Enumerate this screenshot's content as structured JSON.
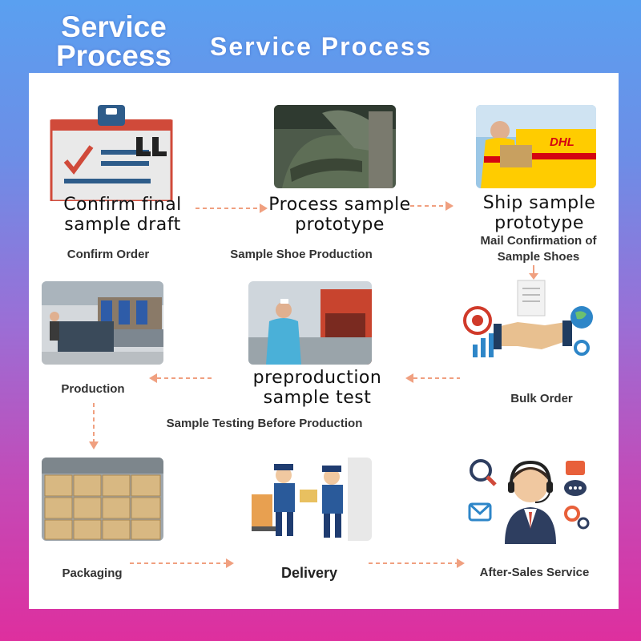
{
  "header": {
    "title_left": "Service Process",
    "title_right": "Service Process"
  },
  "steps": {
    "s1": {
      "image_text": "Confirm final sample draft",
      "label": "Confirm Order"
    },
    "s2": {
      "image_text": "Process sample prototype",
      "label": "Sample Shoe Production"
    },
    "s3": {
      "image_text": "Ship sample prototype",
      "label": "Mail Confirmation of Sample Shoes",
      "badge": "DHL"
    },
    "s4": {
      "label": "Bulk Order"
    },
    "s5": {
      "image_text": "preproduction sample test",
      "label": "Sample Testing Before Production"
    },
    "s6": {
      "label": "Production"
    },
    "s7": {
      "label": "Packaging"
    },
    "s8": {
      "label": "Delivery"
    },
    "s9": {
      "label": "After-Sales Service"
    }
  },
  "colors": {
    "arrow": "#f0a080",
    "bg_top": "#5aa0f0",
    "bg_bottom": "#de2f9e"
  },
  "icons": [
    "clipboard-boots-icon",
    "boot-photo",
    "dhl-courier-photo",
    "handshake-icon",
    "factory-photo",
    "lab-photo",
    "boxes-photo",
    "delivery-men-icon",
    "support-agent-icon",
    "arrow-right-icon",
    "arrow-left-icon",
    "arrow-down-icon"
  ]
}
